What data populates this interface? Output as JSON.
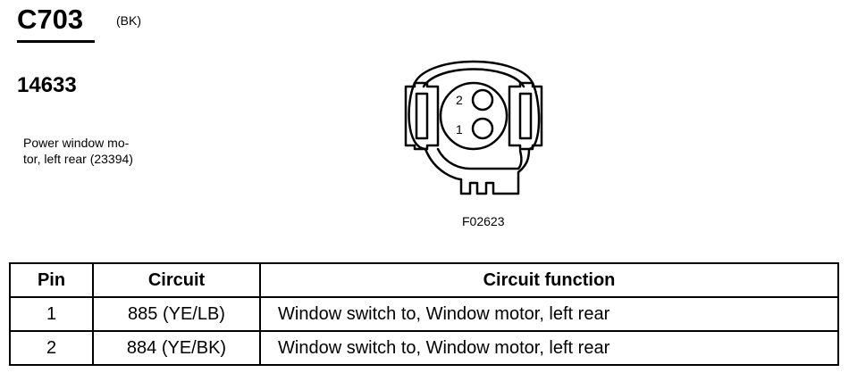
{
  "connector": {
    "id": "C703",
    "color": "(BK)",
    "part_number": "14633",
    "description_lines": [
      "Power window mo-",
      "tor, left rear (23394)"
    ]
  },
  "diagram": {
    "pin_labels": [
      "2",
      "1"
    ],
    "figure_id": "F02623"
  },
  "table": {
    "headers": [
      "Pin",
      "Circuit",
      "Circuit function"
    ],
    "rows": [
      {
        "pin": "1",
        "circuit": "885 (YE/LB)",
        "function": "Window switch to, Window motor, left rear"
      },
      {
        "pin": "2",
        "circuit": "884 (YE/BK)",
        "function": "Window switch to, Window motor, left rear"
      }
    ]
  }
}
